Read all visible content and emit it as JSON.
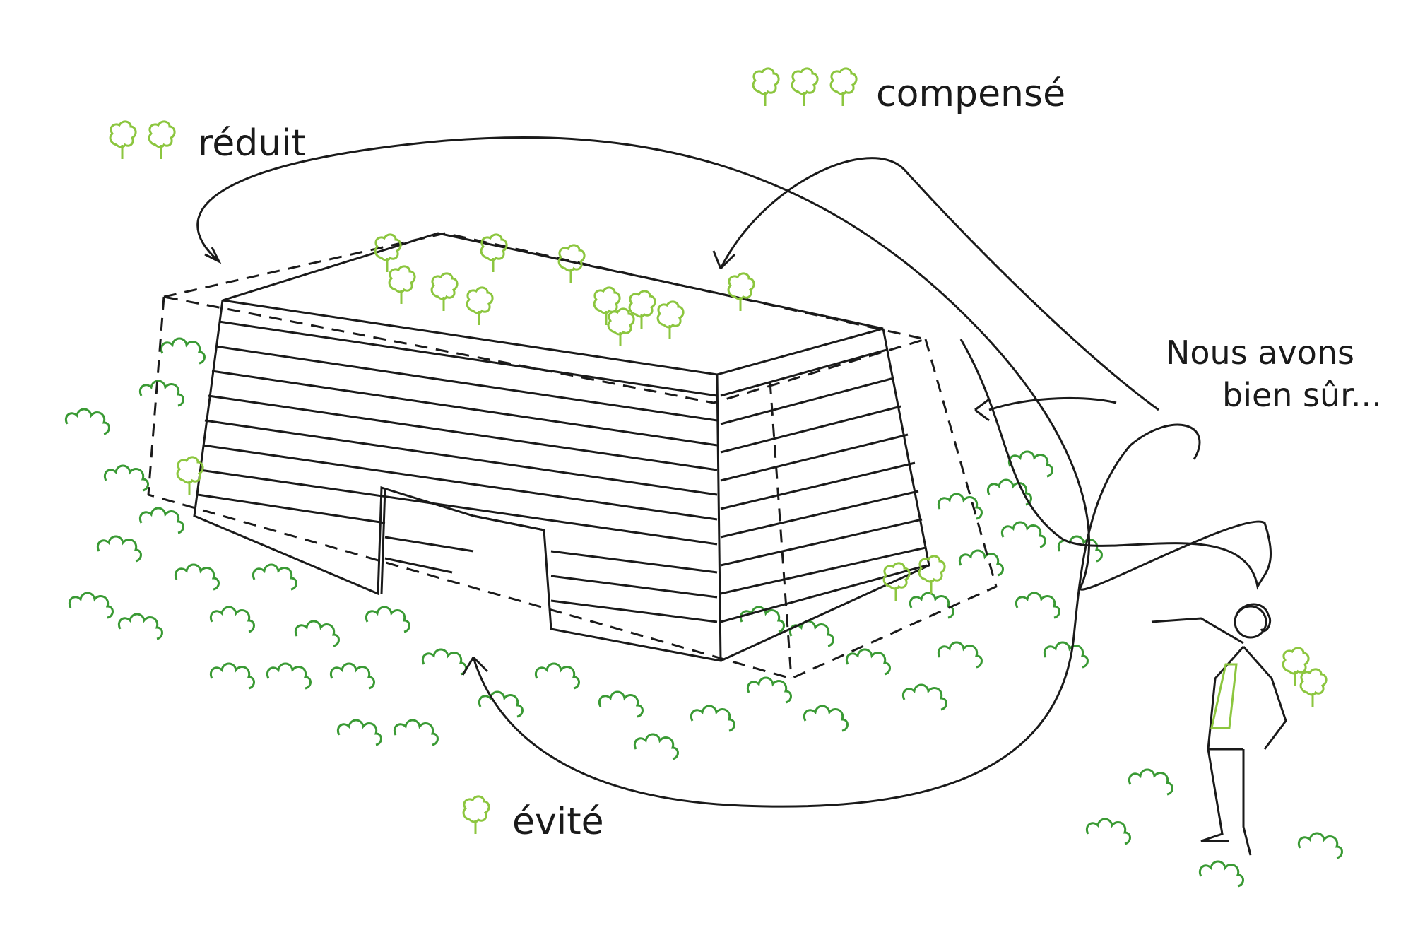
{
  "labels": {
    "reduit": "réduit",
    "compense": "compensé",
    "evite": "évité",
    "speech_line1": "Nous avons",
    "speech_line2": "bien sûr..."
  },
  "colors": {
    "ink": "#1a1a1a",
    "light_green": "#8cc63f",
    "mid_green": "#4caf3a",
    "dark_green": "#2e8b2e"
  },
  "icons": {
    "tree": "tree-icon",
    "bush": "bush-icon"
  }
}
